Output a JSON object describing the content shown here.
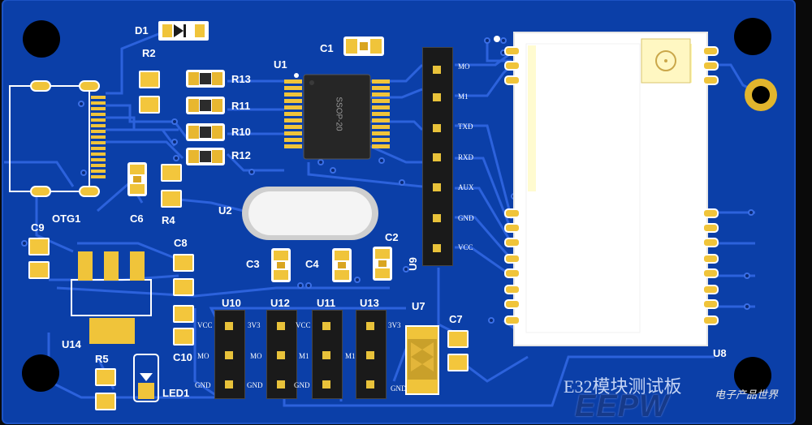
{
  "board": {
    "colors": {
      "pcb": "#0b3fa8",
      "trace": "#2a5fd9",
      "gold": "#f0c43a",
      "silk": "#ffffff"
    },
    "title_text": "E32模块测试板",
    "watermark": {
      "logo_text": "EEPW",
      "cn_text": "电子产品世界"
    }
  },
  "labels": {
    "d1": "D1",
    "r2": "R2",
    "r13": "R13",
    "r11": "R11",
    "r10": "R10",
    "r12": "R12",
    "u1": "U1",
    "c1": "C1",
    "ic_mark": "SSOP-20",
    "otg1": "OTG1",
    "c6": "C6",
    "r4": "R4",
    "u2": "U2",
    "c9": "C9",
    "c8": "C8",
    "c3": "C3",
    "c4": "C4",
    "c2": "C2",
    "u9": "U9",
    "u14": "U14",
    "r5": "R5",
    "c10": "C10",
    "led1": "LED1",
    "u10": "U10",
    "u12": "U12",
    "u11": "U11",
    "u13": "U13",
    "u7": "U7",
    "c7": "C7",
    "u8": "U8"
  },
  "u9_pins": [
    "MO",
    "M1",
    "TXD",
    "RXD",
    "AUX",
    "GND",
    "VCC"
  ],
  "u10_pins": [
    "VCC",
    "MO",
    "GND"
  ],
  "u12_pins": [
    "3V3",
    "MO",
    "GND"
  ],
  "u11_pins": [
    "VCC",
    "M1",
    "GND"
  ],
  "u13_pins": [
    "3V3",
    "M1",
    "GND"
  ]
}
